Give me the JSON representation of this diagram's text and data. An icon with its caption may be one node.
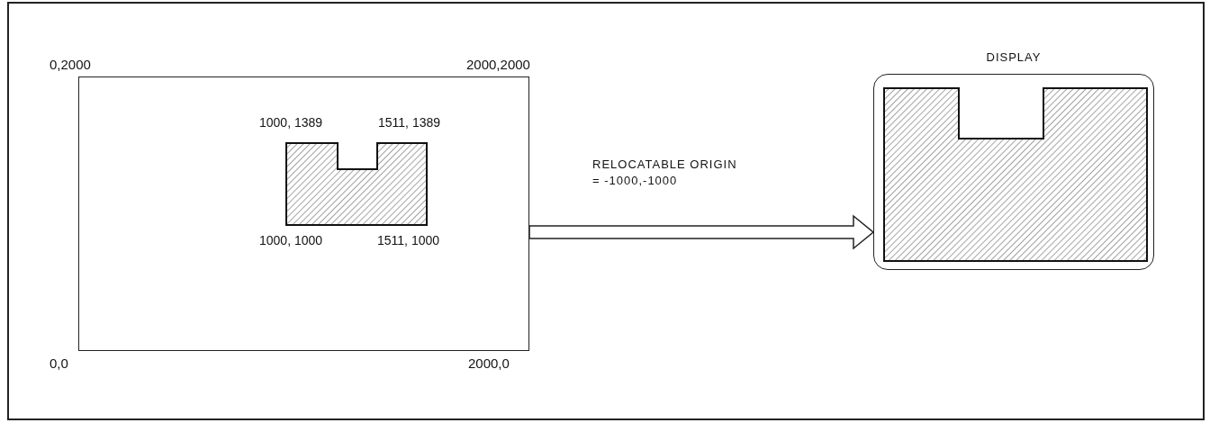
{
  "diagram": {
    "nodes": [
      {
        "text": [],
        "shape": "box",
        "beside": [
          "0,2000",
          "2000,2000",
          "0,0",
          "2000,0"
        ]
      },
      {
        "text": [],
        "shape": "box",
        "in": 0,
        "beside": [
          "1000, 1389",
          "1511, 1389",
          "1000, 1000",
          "1511, 1000"
        ]
      },
      {
        "text": [
          "DISPLAY"
        ]
      },
      {
        "text": [],
        "shape": "box",
        "in": 2
      }
    ],
    "edges": [
      {
        "from": 0,
        "to": 2,
        "arrow": "to",
        "label": "RELOCATABLE ORIGIN = -1000,-1000"
      }
    ]
  }
}
